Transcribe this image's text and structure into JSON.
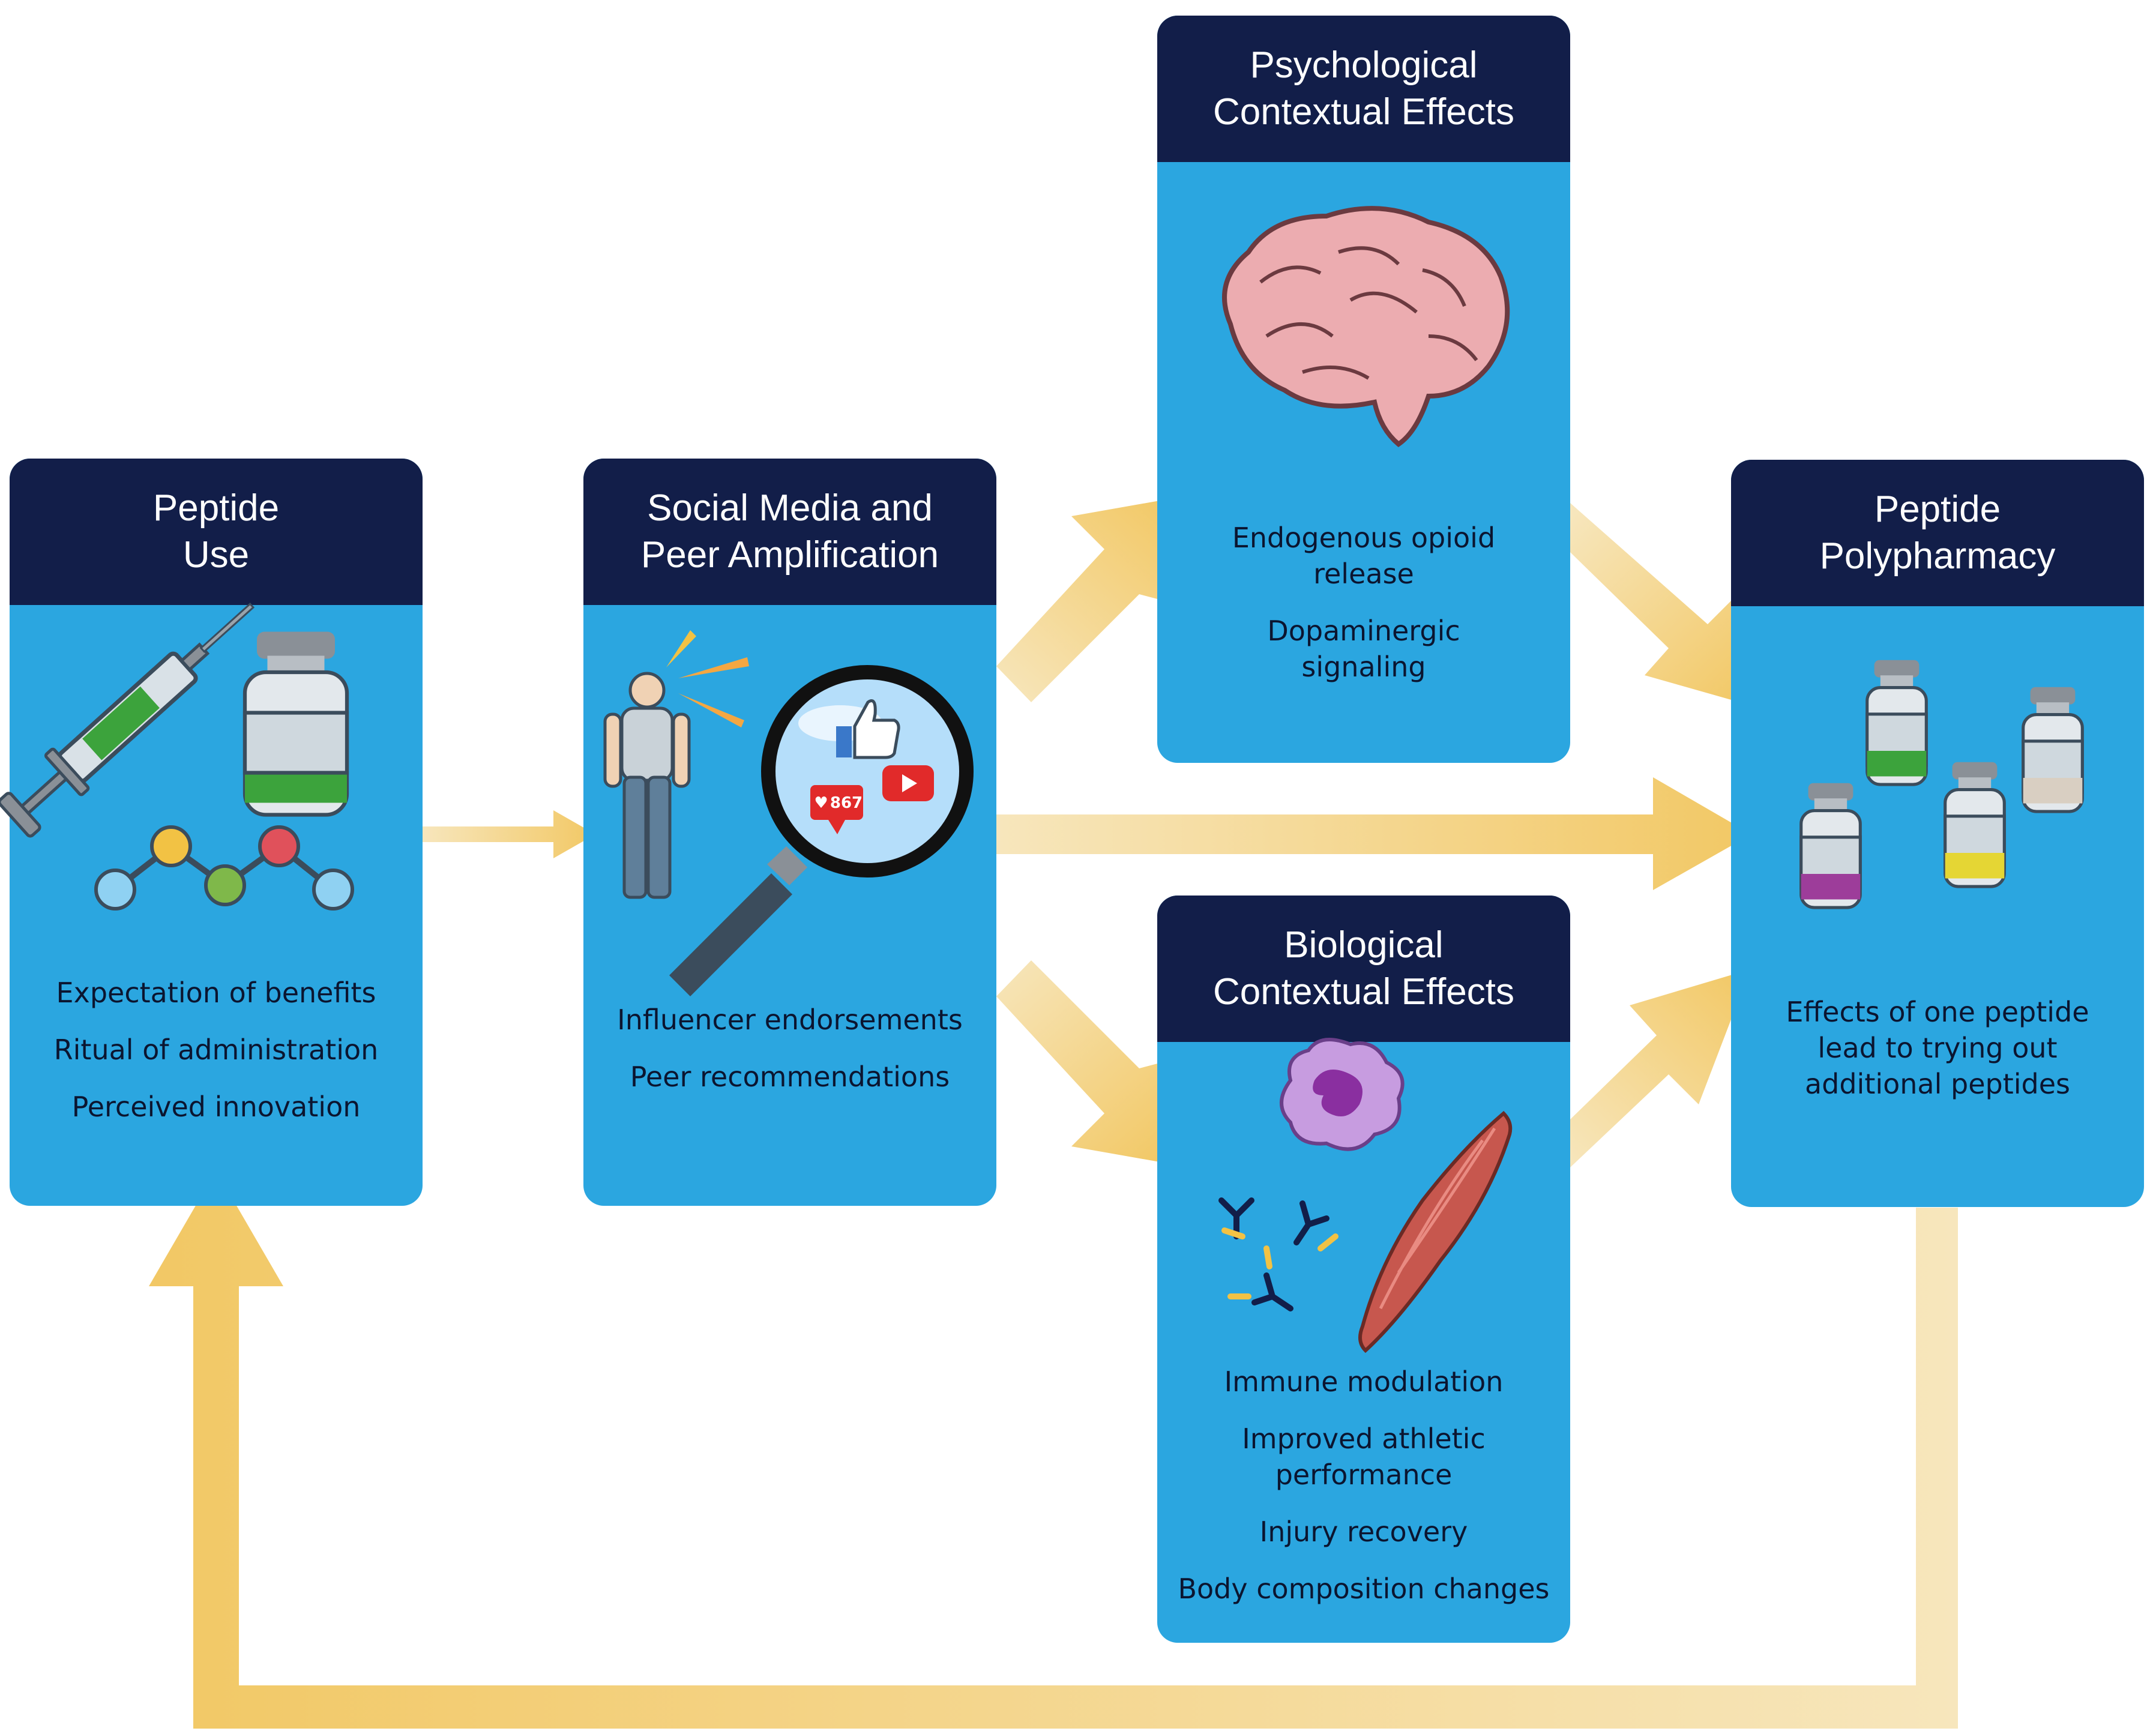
{
  "colors": {
    "box_fill": "#2ba6e0",
    "header_fill": "#121e49",
    "arrow": "#f2c865",
    "arrow_faded": "#f7e6bc",
    "title_text": "#ffffff",
    "body_text": "#0b1530"
  },
  "boxes": {
    "peptide_use": {
      "title": "Peptide\nUse",
      "items": [
        "Expectation of benefits",
        "Ritual of administration",
        "Perceived innovation"
      ],
      "icons": [
        "syringe-icon",
        "vial-icon",
        "molecule-icon"
      ]
    },
    "social_media": {
      "title": "Social Media and\nPeer Amplification",
      "items": [
        "Influencer endorsements",
        "Peer recommendations"
      ],
      "icons": [
        "person-icon",
        "magnifying-glass-icon",
        "thumbs-up-icon",
        "heart-badge-icon",
        "play-button-icon"
      ],
      "like_count": "867"
    },
    "psychological": {
      "title": "Psychological\nContextual Effects",
      "items": [
        "Endogenous opioid\nrelease",
        "Dopaminergic\nsignaling"
      ],
      "icons": [
        "brain-icon"
      ]
    },
    "biological": {
      "title": "Biological\nContextual Effects",
      "items": [
        "Immune modulation",
        "Improved athletic\nperformance",
        "Injury recovery",
        "Body composition changes"
      ],
      "icons": [
        "immune-cell-icon",
        "antibodies-icon",
        "muscle-icon"
      ]
    },
    "polypharmacy": {
      "title": "Peptide\nPolypharmacy",
      "items": [
        "Effects of one peptide\nlead to trying out\nadditional peptides"
      ],
      "icons": [
        "vials-icon"
      ]
    }
  }
}
